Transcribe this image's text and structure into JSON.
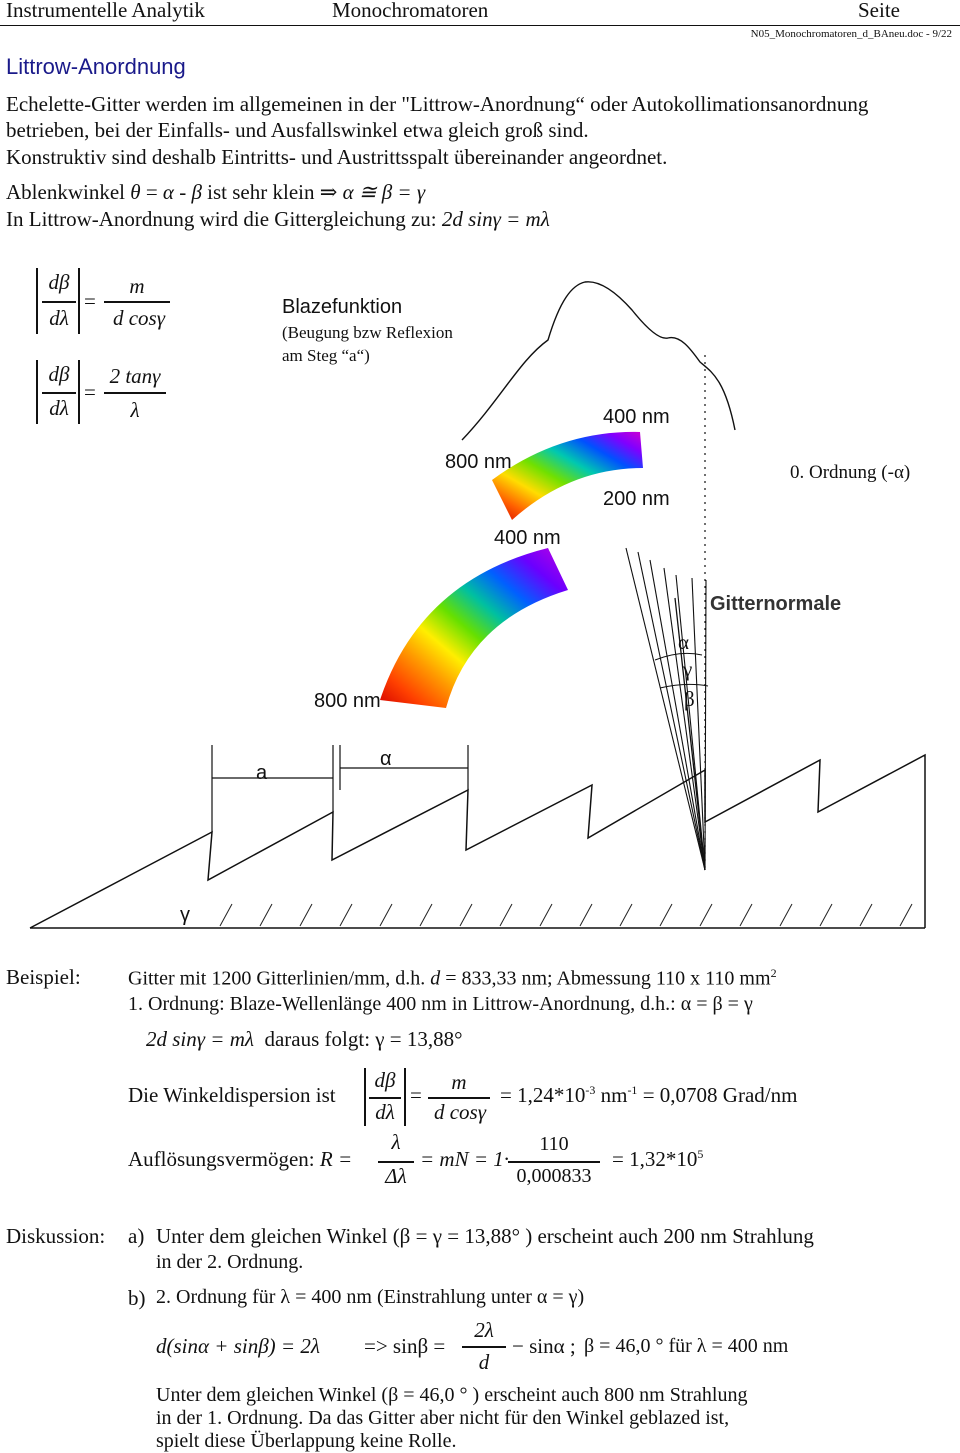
{
  "header": {
    "left": "Instrumentelle Analytik",
    "center": "Monochromatoren",
    "right": "Seite",
    "file": "N05_Monochromatoren_d_BAneu.doc  -  9/22"
  },
  "section_title": "Littrow-Anordnung",
  "intro": {
    "line1": "Echelette-Gitter werden im allgemeinen in der \"Littrow-Anordnung“ oder Autokollimationsanordnung",
    "line2": "betrieben, bei der Einfalls- und Ausfallswinkel etwa gleich groß sind.",
    "line3": "Konstruktiv sind deshalb Eintritts- und Austrittsspalt übereinander angeordnet.",
    "line4_a": "Ablenkwinkel ",
    "line4_theta": "θ",
    "line4_b": " = ",
    "line4_alpha": "α",
    "line4_c": " - ",
    "line4_beta": "β",
    "line4_d": " ist sehr klein ",
    "line4_arrow": "⇒",
    "line4_e": "α ≅ β = γ",
    "line5_a": "In Littrow-Anordnung wird die Gittergleichung zu: ",
    "line5_eq": "2d sinγ = mλ"
  },
  "formulas": {
    "f1_num_left": "dβ",
    "f1_den_left": "dλ",
    "f1_eq": "=",
    "f1_num_right": "m",
    "f1_den_right": "d cosγ",
    "f2_num_left": "dβ",
    "f2_den_left": "dλ",
    "f2_eq": "=",
    "f2_num_right": "2 tanγ",
    "f2_den_right": "λ"
  },
  "diagram": {
    "blaze_title": "Blazefunktion",
    "blaze_sub1": "(Beugung bzw Reflexion",
    "blaze_sub2": "am Steg “a“)",
    "label_400_upper": "400 nm",
    "label_800_upper": "800 nm",
    "label_200": "200 nm",
    "label_400_lower": "400 nm",
    "label_800_lower": "800 nm",
    "label_order0": "0. Ordnung (-α)",
    "label_gitternormale": "Gitternormale",
    "label_alpha": "α",
    "label_gamma": "γ",
    "label_beta": "β",
    "label_a": "a",
    "label_alpha_step": "α",
    "label_gamma_base": "γ"
  },
  "beispiel": {
    "label": "Beispiel:",
    "line1_a": "Gitter mit 1200 Gitterlinien/mm, d.h. ",
    "line1_d": "d",
    "line1_b": " = 833,33 nm; Abmessung 110 x 110 mm",
    "line1_sup": "2",
    "line2": "1. Ordnung: Blaze-Wellenlänge 400 nm in Littrow-Anordnung, d.h.: α = β = γ",
    "line3_eq": "2d sinγ = mλ",
    "line3_text": "daraus folgt: γ = 13,88°",
    "wd_label": "Die Winkeldispersion ist",
    "wd_num_left": "dβ",
    "wd_den_left": "dλ",
    "wd_eq": "=",
    "wd_num_right": "m",
    "wd_den_right": "d cosγ",
    "wd_result_a": "= 1,24*10",
    "wd_result_exp": "-3",
    "wd_result_b": " nm",
    "wd_result_exp2": "-1",
    "wd_result_c": " = 0,0708 Grad/nm",
    "av_label": "Auflösungsvermögen: ",
    "av_R": "R =",
    "av_num": "λ",
    "av_den": "Δλ",
    "av_mid": "= mN = 1·",
    "av_num2": "110",
    "av_den2": "0,000833",
    "av_result_a": "=  1,32*10",
    "av_result_exp": "5"
  },
  "diskussion": {
    "label": "Diskussion:",
    "a_label": "a)",
    "a_line1": "Unter dem gleichen Winkel (β = γ = 13,88° ) erscheint auch 200 nm Strahlung",
    "a_line2": "in der 2. Ordnung.",
    "b_label": "b)",
    "b_line1": "2. Ordnung für λ = 400 nm (Einstrahlung unter α = γ)",
    "b_eq_a": "d(sinα + sinβ) = 2λ",
    "b_eq_b": "=> sinβ =",
    "b_eq_num": "2λ",
    "b_eq_den": "d",
    "b_eq_c": "− sinα ;",
    "b_eq_d": "β = 46,0 ° für λ = 400 nm",
    "b_line3": "Unter dem gleichen Winkel (β = 46,0 ° ) erscheint auch 800 nm Strahlung",
    "b_line4": "in der 1. Ordnung. Da das Gitter aber nicht für den Winkel geblazed ist,",
    "b_line5": "spielt diese Überlappung keine Rolle."
  }
}
